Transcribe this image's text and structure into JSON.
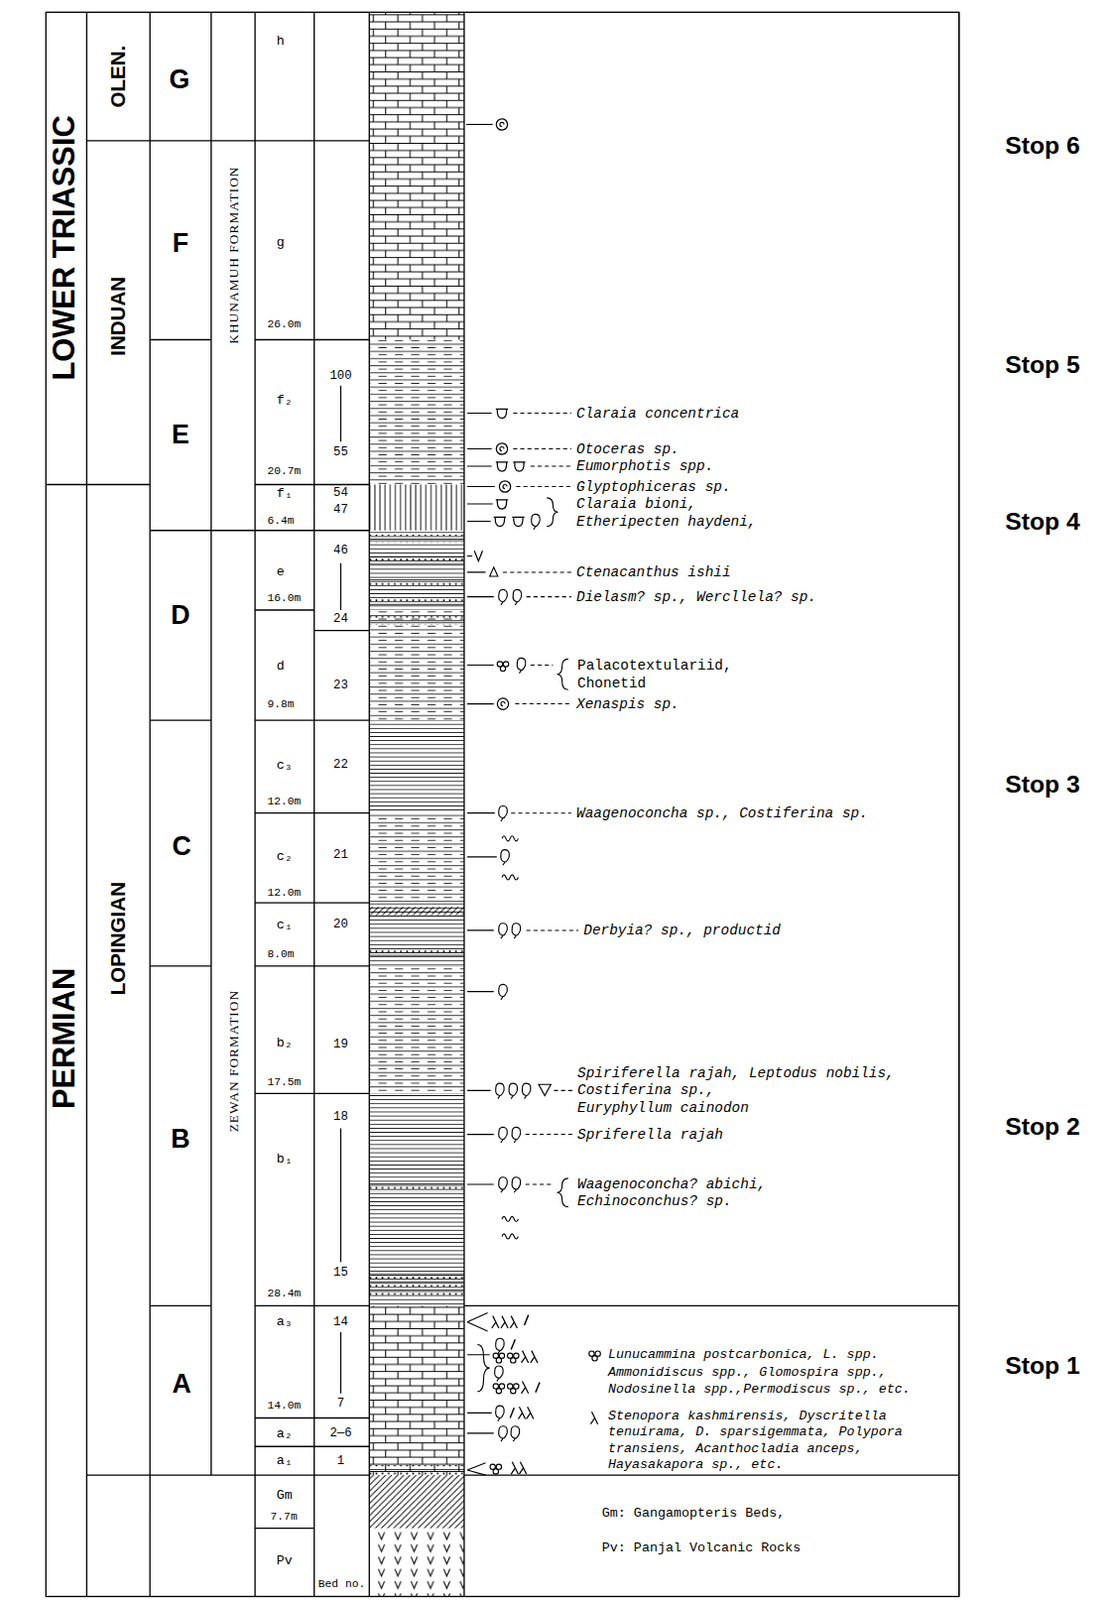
{
  "diagram": {
    "labels": [
      "LOWER TRIASSIC",
      "PERMIAN",
      "OLEN.",
      "INDUAN",
      "LOPINGIAN",
      "G",
      "F",
      "E",
      "D",
      "C",
      "B",
      "A",
      "KHUNAMUH FORMATION",
      "ZEWAN FORMATION",
      "h",
      "g",
      "26.0m",
      "f₂",
      "20.7m",
      "f₁",
      "6.4m",
      "e",
      "16.0m",
      "d",
      "9.8m",
      "c₃",
      "12.0m",
      "c₂",
      "12.0m",
      "c₁",
      "8.0m",
      "b₂",
      "17.5m",
      "b₁",
      "28.4m",
      "a₃",
      "14.0m",
      "a₂",
      "a₁",
      "Gm",
      "7.7m",
      "Pv",
      "100",
      "55",
      "54",
      "47",
      "46",
      "24",
      "23",
      "22",
      "21",
      "20",
      "19",
      "18",
      "15",
      "14",
      "7",
      "2—6",
      "1",
      "Bed no.",
      "Claraia concentrica",
      "Otoceras sp.",
      "Eumorphotis spp.",
      "Glyptophiceras sp.",
      "Claraia bioni,",
      "Etheripecten haydeni,",
      "Ctenacanthus ishii",
      "Dielasm? sp., Wercllela? sp.",
      "Palacotextulariid,",
      "Chonetid",
      "Xenaspis sp.",
      "Waagenoconcha sp., Costiferina sp.",
      "Derbyia? sp., productid",
      "Spiriferella rajah, Leptodus nobilis,",
      "Costiferina sp.,",
      "Euryphyllum cainodon",
      "Spriferella rajah",
      "Waagenoconcha? abichi,",
      "Echinoconchus? sp.",
      "Lunucammina postcarbonica, L. spp.",
      "Ammonidiscus spp., Glomospira spp.,",
      "Nodosinella spp.,Permodiscus sp., etc.",
      "Stenopora kashmirensis, Dyscritella",
      "tenuirama, D. sparsigemmata, Polypora",
      "transiens, Acanthocladia anceps,",
      "Hayasakapora sp., etc.",
      "Gm: Gangamopteris Beds,",
      "Pv: Panjal Volcanic Rocks",
      "Stop 6",
      "Stop 5",
      "Stop 4",
      "Stop 3",
      "Stop 2",
      "Stop 1"
    ]
  }
}
